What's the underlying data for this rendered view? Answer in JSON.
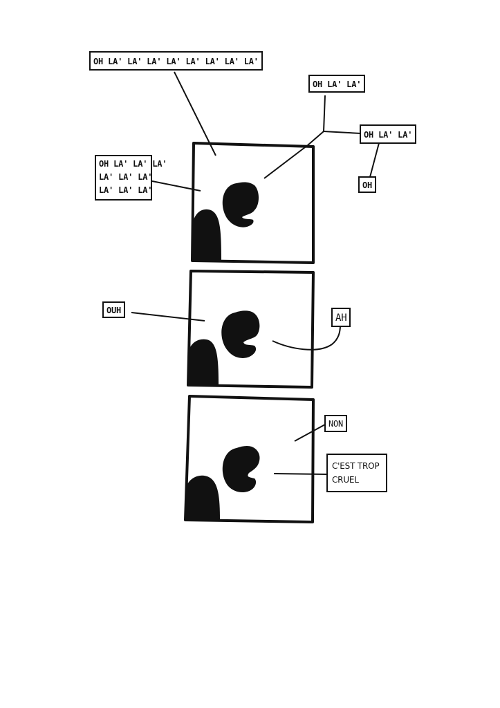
{
  "captions": {
    "top_long": "OH LA' LA' LA' LA' LA' LA' LA' LA'",
    "left_stack": [
      "OH LA' LA' LA'",
      "LA' LA' LA'",
      "LA' LA' LA'"
    ],
    "right_small": "OH LA' LA'",
    "right_medium": "OH LA' LA'",
    "oh": "OH",
    "ouh": "OUH",
    "ah": "AH",
    "non": "NON",
    "trop_cruel": [
      "C'EST TROP",
      "CRUEL"
    ]
  }
}
